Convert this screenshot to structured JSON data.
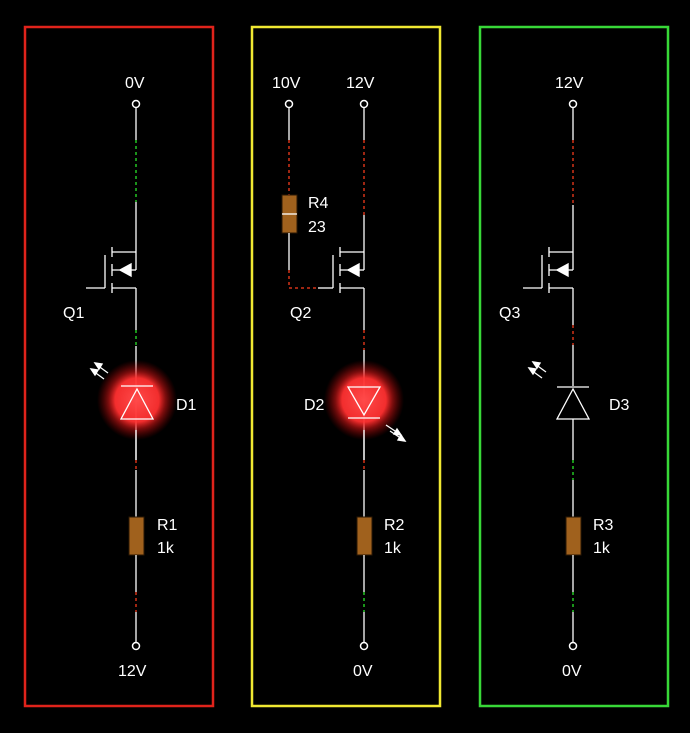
{
  "panels": [
    {
      "id": "left",
      "frame_color": "#e0231b",
      "top_labels": [
        "0V"
      ],
      "bottom_label": "12V",
      "transistor": "Q1",
      "diode": "D1",
      "diode_lit": true,
      "resistor": {
        "name": "R1",
        "value": "1k"
      }
    },
    {
      "id": "middle",
      "frame_color": "#f0e832",
      "top_labels": [
        "10V",
        "12V"
      ],
      "gate_resistor": {
        "name": "R4",
        "value": "23"
      },
      "bottom_label": "0V",
      "transistor": "Q2",
      "diode": "D2",
      "diode_lit": true,
      "resistor": {
        "name": "R2",
        "value": "1k"
      }
    },
    {
      "id": "right",
      "frame_color": "#38d838",
      "top_labels": [
        "12V"
      ],
      "bottom_label": "0V",
      "transistor": "Q3",
      "diode": "D3",
      "diode_lit": false,
      "resistor": {
        "name": "R3",
        "value": "1k"
      }
    }
  ],
  "colors": {
    "background": "#000000",
    "wire": "#ffffff",
    "current_high": "#d23218",
    "current_low": "#22c622",
    "resistor_body": "#a0611d",
    "led_glow": "#ff3b3b"
  }
}
